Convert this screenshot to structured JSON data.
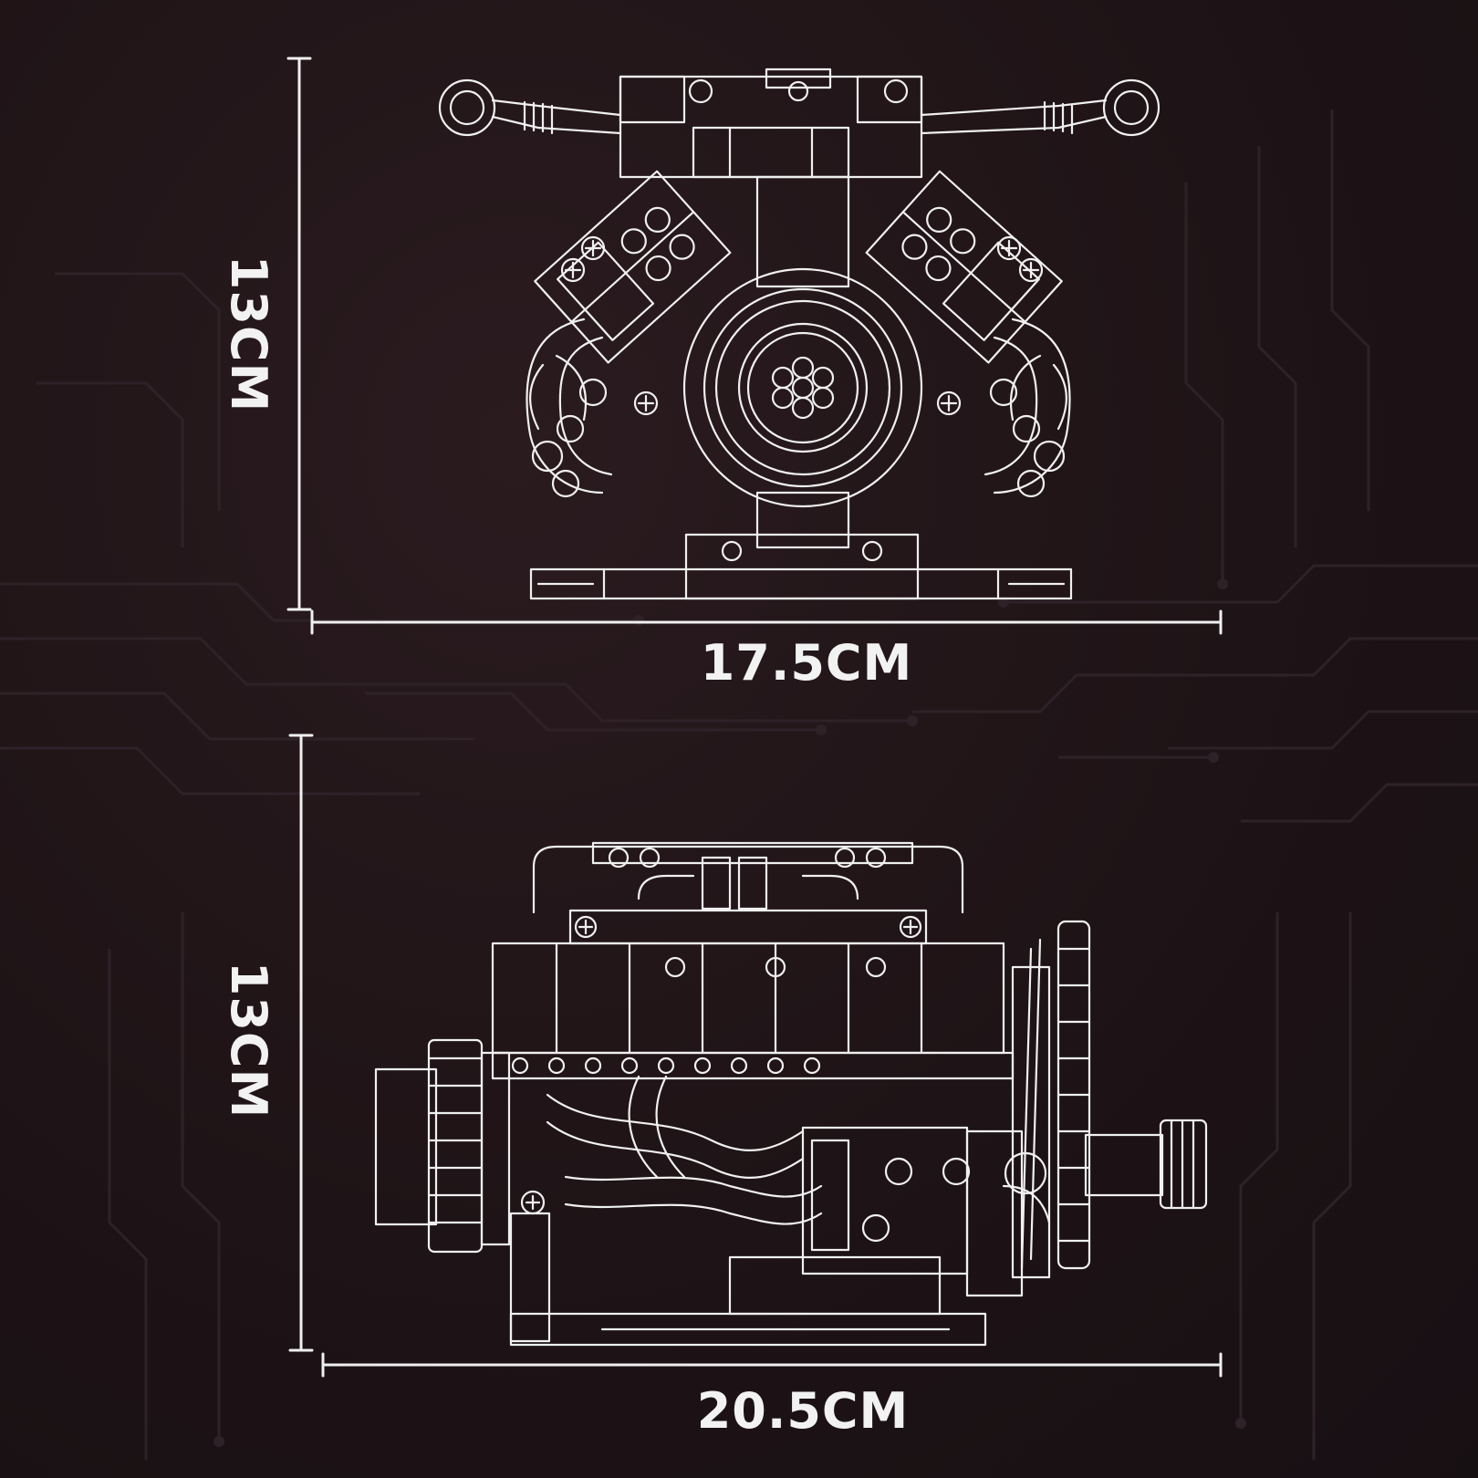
{
  "colors": {
    "background": "#1e1316",
    "line": "#f0f0f0",
    "circuit": "#2c2126"
  },
  "views": [
    {
      "name": "front-view",
      "height_label": "13CM",
      "width_label": "17.5CM"
    },
    {
      "name": "side-view",
      "height_label": "13CM",
      "width_label": "20.5CM"
    }
  ]
}
